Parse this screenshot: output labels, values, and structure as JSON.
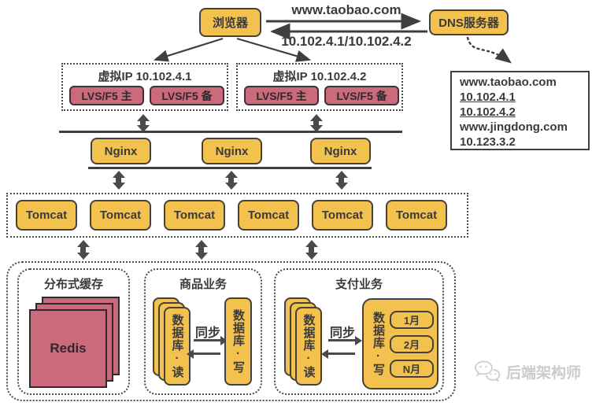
{
  "colors": {
    "node_yellow": "#F2C14E",
    "node_pink": "#CA6A7A",
    "outline": "#3F3F3F",
    "text": "#3B3B3B",
    "watermark": "#CBCBCB"
  },
  "top": {
    "browser": "浏览器",
    "dns_server": "DNS服务器",
    "request_label": "www.taobao.com",
    "response_label": "10.102.4.1/10.102.4.2"
  },
  "dns_table": {
    "rows": [
      {
        "text": "www.taobao.com",
        "underline": false
      },
      {
        "text": "10.102.4.1",
        "underline": true
      },
      {
        "text": "10.102.4.2",
        "underline": true
      },
      {
        "text": "www.jingdong.com",
        "underline": false
      },
      {
        "text": "10.123.3.2",
        "underline": false
      }
    ]
  },
  "vip": [
    {
      "title": "虚拟IP 10.102.4.1",
      "primary": "LVS/F5 主",
      "backup": "LVS/F5 备"
    },
    {
      "title": "虚拟IP 10.102.4.2",
      "primary": "LVS/F5 主",
      "backup": "LVS/F5 备"
    }
  ],
  "nginx": [
    "Nginx",
    "Nginx",
    "Nginx"
  ],
  "tomcat": [
    "Tomcat",
    "Tomcat",
    "Tomcat",
    "Tomcat",
    "Tomcat",
    "Tomcat"
  ],
  "cache": {
    "title": "分布式缓存",
    "node": "Redis"
  },
  "product": {
    "title": "商品业务",
    "read_db": "数据库·读",
    "write_db": "数据库·写",
    "sync": "同步"
  },
  "payment": {
    "title": "支付业务",
    "read_db": "数据库·读",
    "write_db": "数据库·写",
    "sync": "同步",
    "shards": [
      "1月",
      "2月",
      "N月"
    ]
  },
  "watermark": "后端架构师"
}
